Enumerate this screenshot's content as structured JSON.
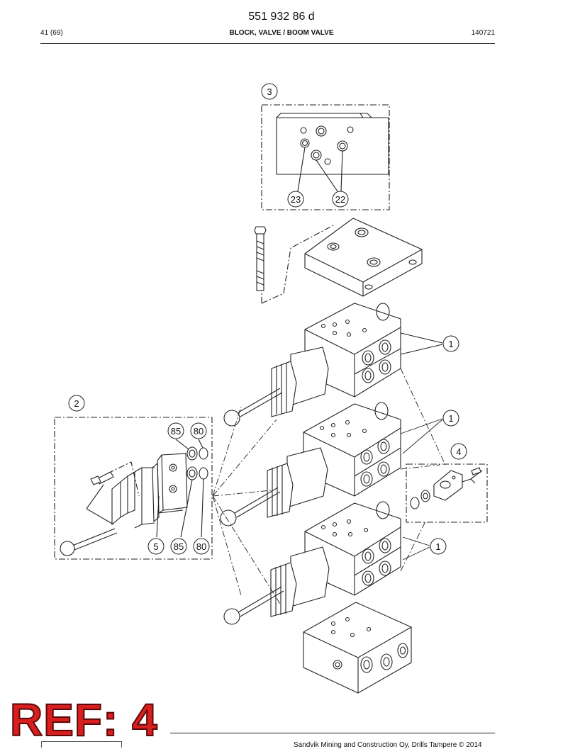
{
  "header": {
    "document_number": "551 932 86 d",
    "page": "41 (69)",
    "title": "BLOCK, VALVE / BOOM VALVE",
    "date": "140721"
  },
  "callouts": {
    "c3": "3",
    "c23": "23",
    "c22": "22",
    "c1a": "1",
    "c1b": "1",
    "c1c": "1",
    "c2": "2",
    "c4": "4",
    "c85a": "85",
    "c80a": "80",
    "c5": "5",
    "c85b": "85",
    "c80b": "80"
  },
  "footer": {
    "copyright": "Sandvik Mining and Construction Oy, Drills Tampere © 2014"
  },
  "stamp": {
    "ref_label": "REF: 4"
  }
}
